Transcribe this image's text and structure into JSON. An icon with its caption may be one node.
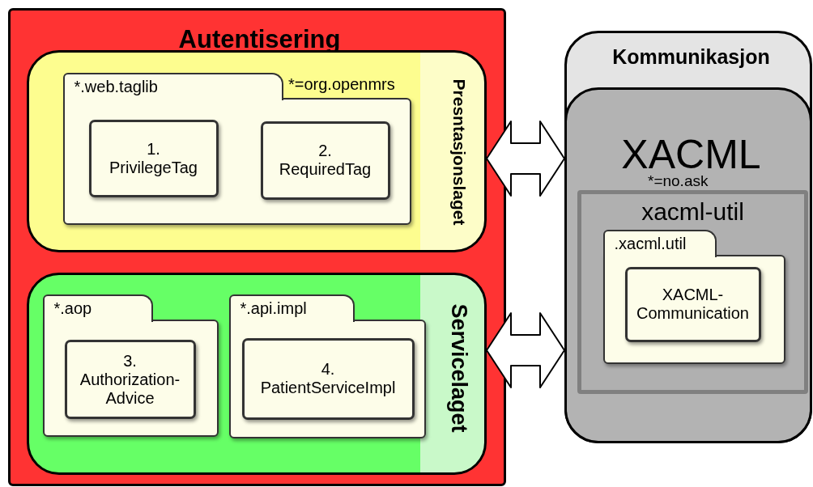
{
  "diagram": {
    "nodes": [
      {
        "text": [
          "Autentisering"
        ]
      },
      {
        "text": [
          "Presntasjonslaget",
          "*=org.openmrs"
        ],
        "in": 0
      },
      {
        "text": [
          "*.web.taglib"
        ],
        "in": 1
      },
      {
        "text": [
          "1. PrivilegeTag"
        ],
        "in": 2
      },
      {
        "text": [
          "2. RequiredTag"
        ],
        "in": 2
      },
      {
        "text": [
          "Servicelaget"
        ],
        "in": 0
      },
      {
        "text": [
          "*.aop"
        ],
        "in": 5
      },
      {
        "text": [
          "3. Authorization-Advice"
        ],
        "in": 6
      },
      {
        "text": [
          "*.api.impl"
        ],
        "in": 5
      },
      {
        "text": [
          "4. PatientServiceImpl"
        ],
        "in": 8
      },
      {
        "text": [
          "Kommunikasjon"
        ]
      },
      {
        "text": [
          "XACML",
          "*=no.ask"
        ],
        "in": 10
      },
      {
        "text": [
          "xacml-util"
        ],
        "in": 11
      },
      {
        "text": [
          ".xacml.util"
        ],
        "in": 12
      },
      {
        "text": [
          "XACML-Communication"
        ],
        "in": 13
      }
    ],
    "edges": [
      {
        "from": 1,
        "to": 11,
        "arrow": "both"
      },
      {
        "from": 5,
        "to": 11,
        "arrow": "both"
      }
    ]
  }
}
